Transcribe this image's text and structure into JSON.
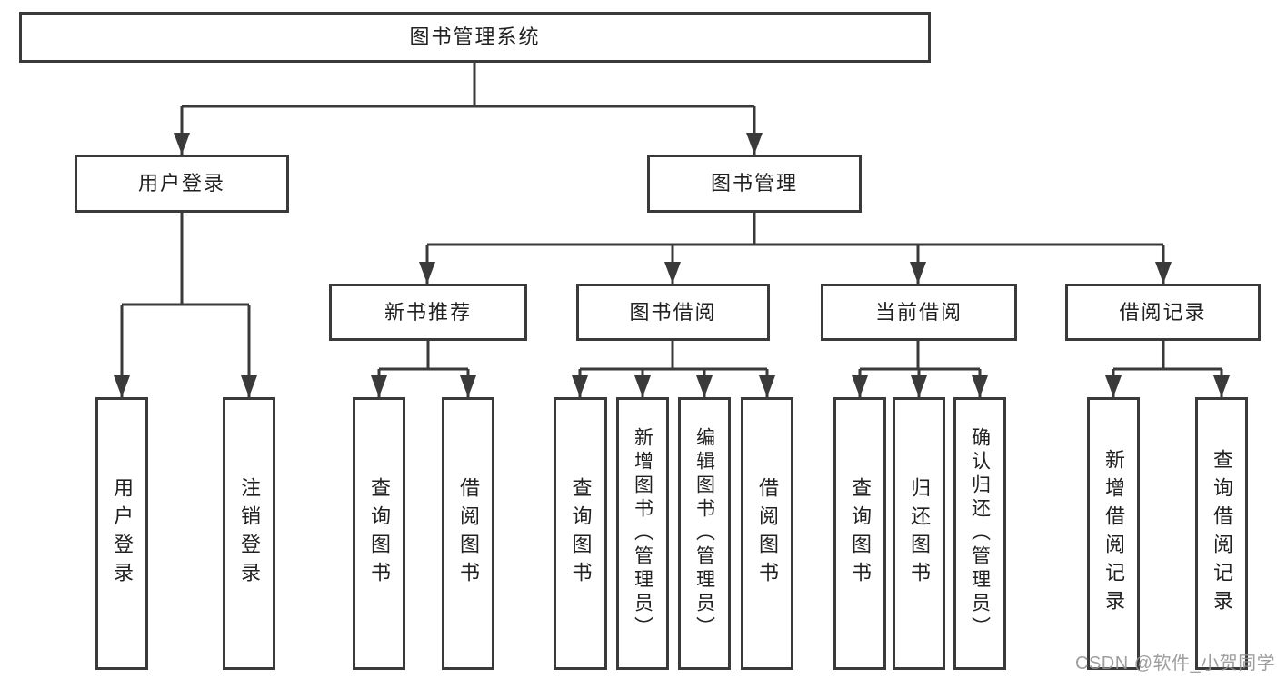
{
  "nodes": {
    "root": "图书管理系统",
    "user_login": "用户登录",
    "book_management": "图书管理",
    "new_book_recommend": "新书推荐",
    "book_borrow": "图书借阅",
    "current_borrow": "当前借阅",
    "borrow_records": "借阅记录",
    "leaf_user_login": "用户登录",
    "leaf_logout": "注销登录",
    "leaf_query_book_recommend": "查询图书",
    "leaf_borrow_book_recommend": "借阅图书",
    "leaf_query_book_borrow": "查询图书",
    "leaf_add_book_admin": "新增图书（管理员）",
    "leaf_edit_book_admin": "编辑图书（管理员）",
    "leaf_borrow_book_borrow": "借阅图书",
    "leaf_query_book_current": "查询图书",
    "leaf_return_book": "归还图书",
    "leaf_confirm_return_admin": "确认归还（管理员）",
    "leaf_add_borrow_record": "新增借阅记录",
    "leaf_query_borrow_record": "查询借阅记录"
  },
  "watermark": "CSDN @软件_小贺同学",
  "colors": {
    "line": "#3a3a3a",
    "text": "#212121",
    "watermark": "#949494",
    "background": "#ffffff"
  }
}
